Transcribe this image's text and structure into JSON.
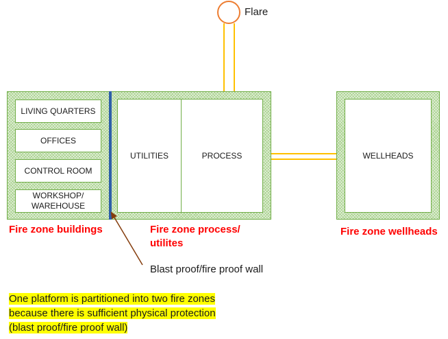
{
  "flare": {
    "label": "Flare"
  },
  "zones": {
    "buildings": {
      "label": "Fire zone buildings",
      "rooms": [
        "LIVING QUARTERS",
        "OFFICES",
        "CONTROL ROOM",
        "WORKSHOP/\nWAREHOUSE"
      ]
    },
    "process": {
      "label_line1": "Fire zone process/",
      "label_line2": "utilites",
      "areas": [
        "UTILITIES",
        "PROCESS"
      ]
    },
    "wellheads": {
      "label": "Fire zone wellheads",
      "areas": [
        "WELLHEADS"
      ]
    }
  },
  "wall": {
    "label": "Blast proof/fire proof wall"
  },
  "note": {
    "lines": [
      "One platform is partitioned into two fire zones",
      "because there is sufficient physical protection",
      "(blast proof/fire proof wall)"
    ]
  },
  "colors": {
    "zone_fill": "#a9d18e",
    "zone_border": "#70ad47",
    "pipe": "#ffc000",
    "flare": "#ed7d31",
    "wall": "#2e5fa8",
    "arrow": "#843c0c",
    "zone_label": "#ff0000",
    "highlight": "#ffff00"
  }
}
